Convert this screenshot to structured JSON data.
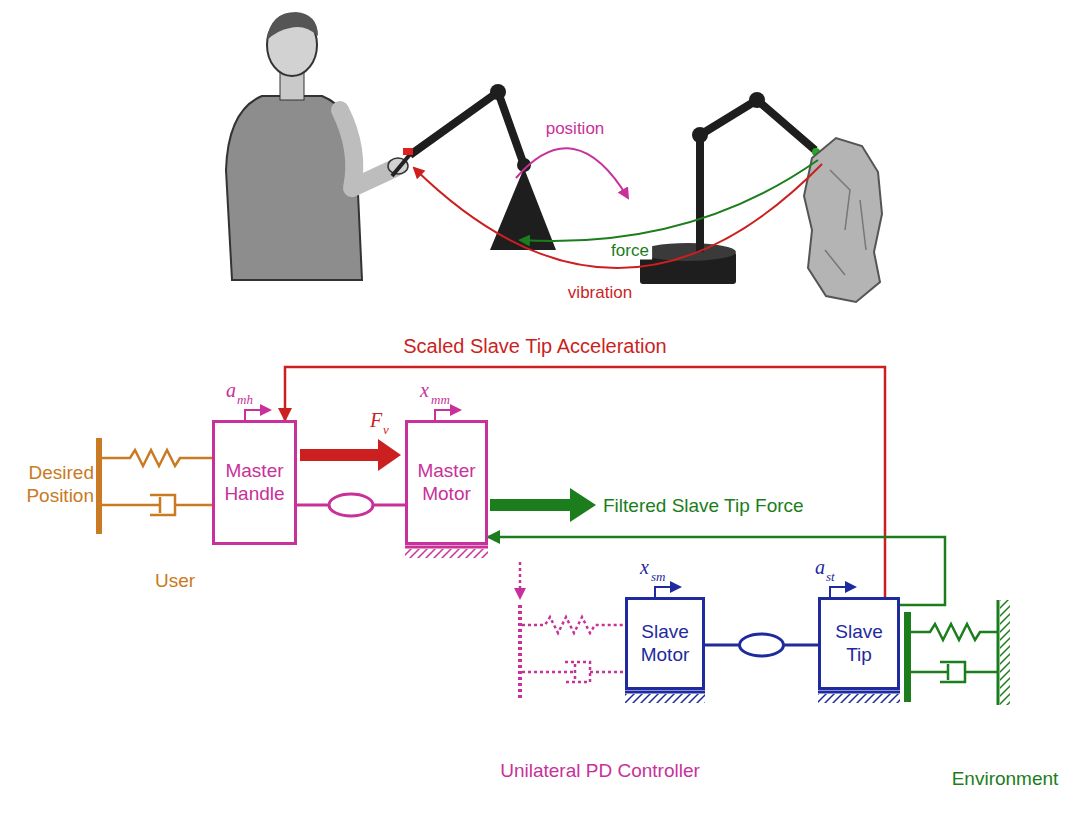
{
  "diagram": {
    "nodes": [
      {
        "text": [
          "Master Handle"
        ]
      },
      {
        "text": [
          "Master Motor"
        ]
      },
      {
        "text": [
          "Slave Motor"
        ]
      },
      {
        "text": [
          "Slave Tip"
        ]
      }
    ],
    "edges": [
      {
        "from": 0,
        "to": 1,
        "arrow": "none"
      },
      {
        "from": 2,
        "to": 3,
        "arrow": "none"
      },
      {
        "from": 3,
        "to": 0,
        "arrow": "to",
        "label": "Scaled Slave Tip Acceleration"
      },
      {
        "from": 3,
        "to": 1,
        "arrow": "to",
        "label": "Filtered Slave Tip Force"
      }
    ],
    "labels": [
      "position",
      "force",
      "vibration",
      "a",
      "mh",
      "F",
      "v",
      "x",
      "mm",
      "Desired Position",
      "User",
      "x",
      "sm",
      "a",
      "st",
      "Unilateral PD Controller",
      "Environment"
    ]
  }
}
